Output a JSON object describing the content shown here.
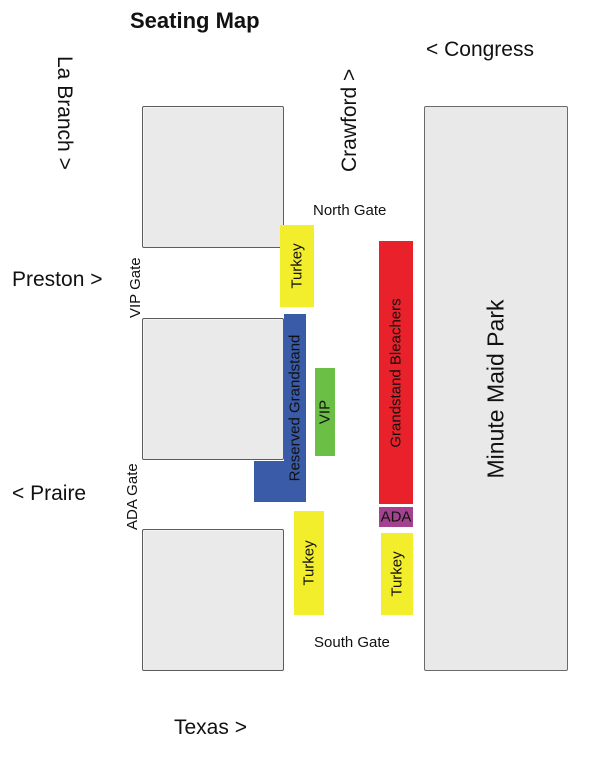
{
  "title": "Seating Map",
  "streets": {
    "la_branch": "La Branch >",
    "crawford": "Crawford >",
    "congress": "< Congress",
    "preston": "Preston >",
    "praire": "< Praire",
    "texas": "Texas >"
  },
  "gates": {
    "north": "North Gate",
    "south": "South Gate",
    "vip": "VIP Gate",
    "ada": "ADA Gate"
  },
  "sections": {
    "turkey_top": "Turkey",
    "reserved_grandstand": "Reserved Grandstand",
    "vip": "VIP",
    "grandstand_bleachers": "Grandstand Bleachers",
    "ada": "ADA",
    "turkey_bottom_left": "Turkey",
    "turkey_bottom_right": "Turkey"
  },
  "landmarks": {
    "park": "Minute Maid Park"
  },
  "colors": {
    "turkey": "#f3ee2b",
    "reserved_grandstand": "#3a5ba8",
    "vip": "#6bbf44",
    "grandstand_bleachers": "#e8212b",
    "ada": "#a3438f",
    "block": "#eaeaeb"
  }
}
